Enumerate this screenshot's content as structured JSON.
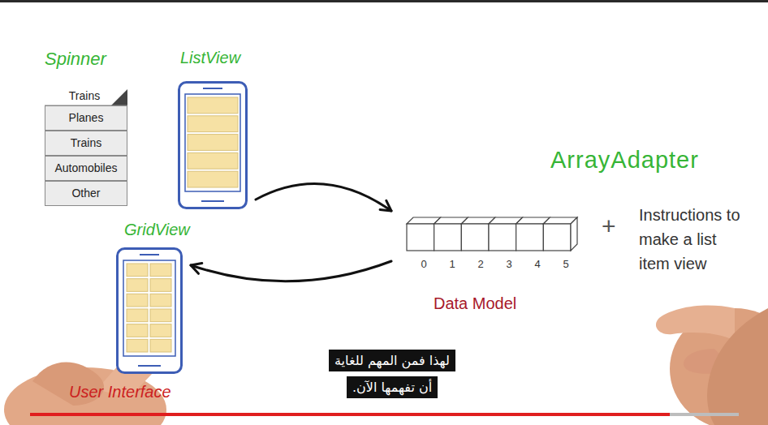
{
  "diagram": {
    "nodes": [
      {
        "text": [
          "Spinner",
          "Trains"
        ]
      },
      {
        "text": [
          "Planes"
        ],
        "in": 0
      },
      {
        "text": [
          "Trains"
        ],
        "in": 0
      },
      {
        "text": [
          "Automobiles"
        ],
        "in": 0
      },
      {
        "text": [
          "Other"
        ],
        "in": 0
      },
      {
        "text": [
          "ListView"
        ]
      },
      {
        "text": [
          "GridView"
        ]
      },
      {
        "text": [
          "Data Model"
        ]
      },
      {
        "text": [
          "لهذا فمن المهم للغاية"
        ]
      },
      {
        "text": [
          "أن تفهمها الآن."
        ]
      }
    ],
    "edges": [
      {
        "from": 5,
        "to": 7,
        "arrow": "to"
      },
      {
        "from": 7,
        "to": 6,
        "arrow": "to"
      }
    ],
    "labels": [
      "ArrayAdapter",
      "0",
      "1",
      "2",
      "3",
      "4",
      "5",
      "+",
      "Instructions to make a list item view",
      "User Interface"
    ]
  }
}
